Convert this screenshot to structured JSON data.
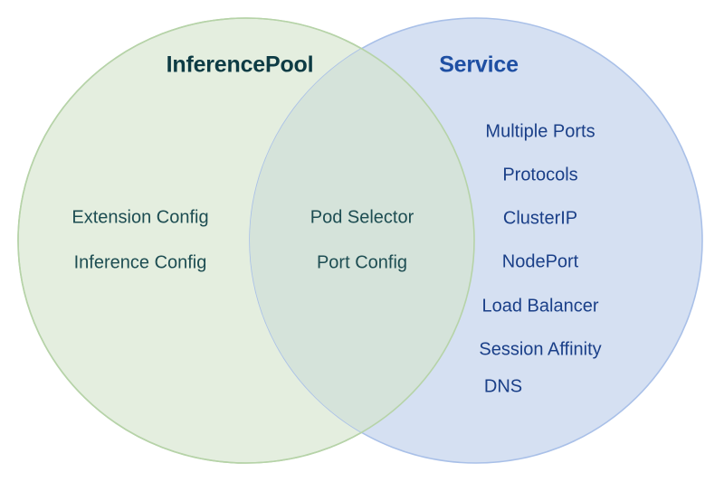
{
  "diagram": {
    "type": "venn",
    "title_left": "InferencePool",
    "title_right": "Service",
    "colors": {
      "left_fill": "#e4eedf",
      "left_stroke": "#b6d3a8",
      "right_fill": "#d5e0f2",
      "right_stroke": "#a9c0e8",
      "intersection_fill": "#d5e3da",
      "title_left_color": "#0d3b44",
      "title_right_color": "#1e4fa3",
      "item_left_color": "#1d4d52",
      "item_center_color": "#1d4d52",
      "item_right_color": "#1a3f88",
      "background": "#ffffff"
    },
    "left_only_items": [
      "Extension Config",
      "Inference Config"
    ],
    "intersection_items": [
      "Pod Selector",
      "Port Config"
    ],
    "right_only_items": [
      "Multiple Ports",
      "Protocols",
      "ClusterIP",
      "NodePort",
      "Load Balancer",
      "Session Affinity",
      "DNS"
    ]
  }
}
